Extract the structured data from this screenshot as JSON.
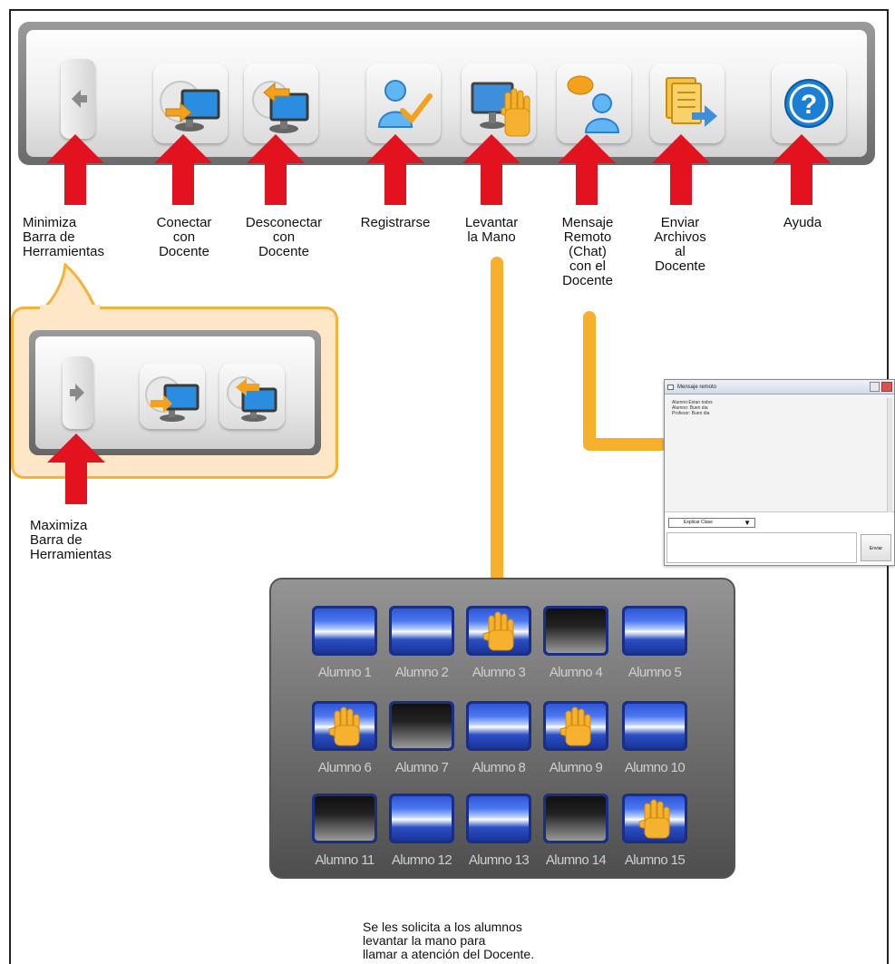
{
  "toolbar": {
    "labels": {
      "minimize": "Minimiza\nBarra de\nHerramientas",
      "connect": "Conectar\ncon\nDocente",
      "disconnect": "Desconectar\ncon\nDocente",
      "register": "Registrarse",
      "raise_hand": "Levantar\nla Mano",
      "chat": "Mensaje\nRemoto\n(Chat)\ncon el\nDocente",
      "send_files": "Enviar\nArchivos\nal\nDocente",
      "help": "Ayuda"
    }
  },
  "mini_toolbar": {
    "maximize_label": "Maximiza\nBarra de\nHerramientas"
  },
  "chat_window": {
    "title": "Mensaje remoto",
    "lines": [
      "Alumno:Estan todos",
      "Alumno: Buen dia",
      "Profesor: Buen dia"
    ],
    "select_value": "Explicar Clase",
    "send_label": "Enviar"
  },
  "students": [
    {
      "name": "Alumno 1",
      "state": "on"
    },
    {
      "name": "Alumno 2",
      "state": "on"
    },
    {
      "name": "Alumno 3",
      "state": "hand"
    },
    {
      "name": "Alumno 4",
      "state": "off"
    },
    {
      "name": "Alumno 5",
      "state": "on"
    },
    {
      "name": "Alumno 6",
      "state": "hand"
    },
    {
      "name": "Alumno 7",
      "state": "off"
    },
    {
      "name": "Alumno 8",
      "state": "on"
    },
    {
      "name": "Alumno 9",
      "state": "hand"
    },
    {
      "name": "Alumno 10",
      "state": "on"
    },
    {
      "name": "Alumno 11",
      "state": "off"
    },
    {
      "name": "Alumno 12",
      "state": "on"
    },
    {
      "name": "Alumno 13",
      "state": "on"
    },
    {
      "name": "Alumno 14",
      "state": "off"
    },
    {
      "name": "Alumno 15",
      "state": "hand"
    }
  ],
  "bottom_note": "Se les solicita a los alumnos\nlevantar la mano para\nllamar a atención del Docente.",
  "colors": {
    "arrow_red": "#e2131f",
    "connector_orange": "#f6b02c",
    "callout_fill": "#fde7c6",
    "student_blue": "#2f56d6"
  }
}
